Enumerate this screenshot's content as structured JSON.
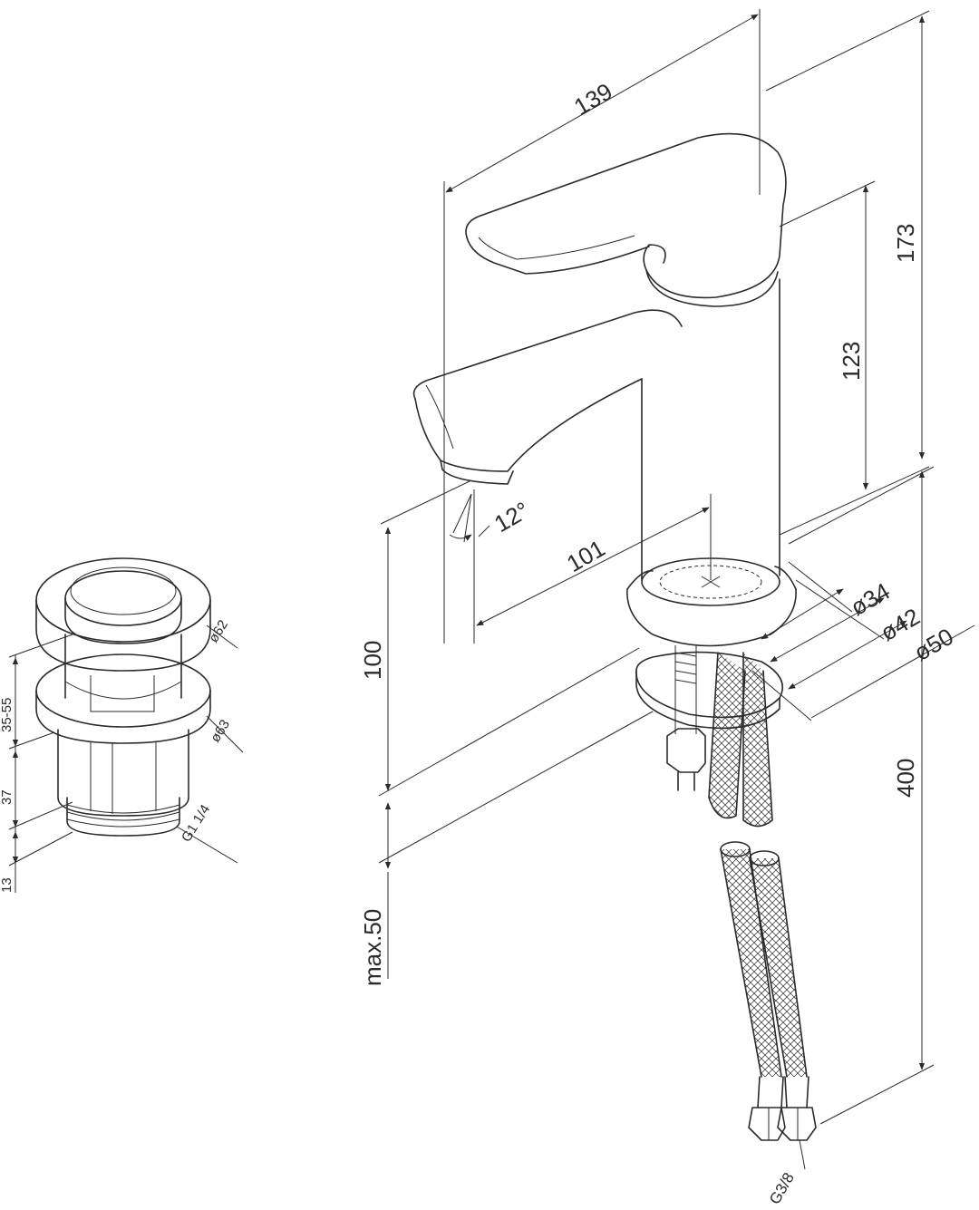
{
  "drawing": {
    "faucet_dimensions": {
      "spout_length": "139",
      "total_height": "173",
      "body_height": "123",
      "spout_reach": "101",
      "spout_clearance": "100",
      "counter_thickness": "max.50",
      "hose_length": "400",
      "spout_angle": "12°",
      "diameter_34": "ø34",
      "diameter_42": "ø42",
      "diameter_50": "ø50",
      "hose_thread": "G3/8"
    },
    "drain_dimensions": {
      "cap_diameter": "ø62",
      "flange_diameter": "ø63",
      "thread": "G1 1/4",
      "adjust_range": "35-55",
      "body_length": "37",
      "thread_length": "13"
    }
  }
}
